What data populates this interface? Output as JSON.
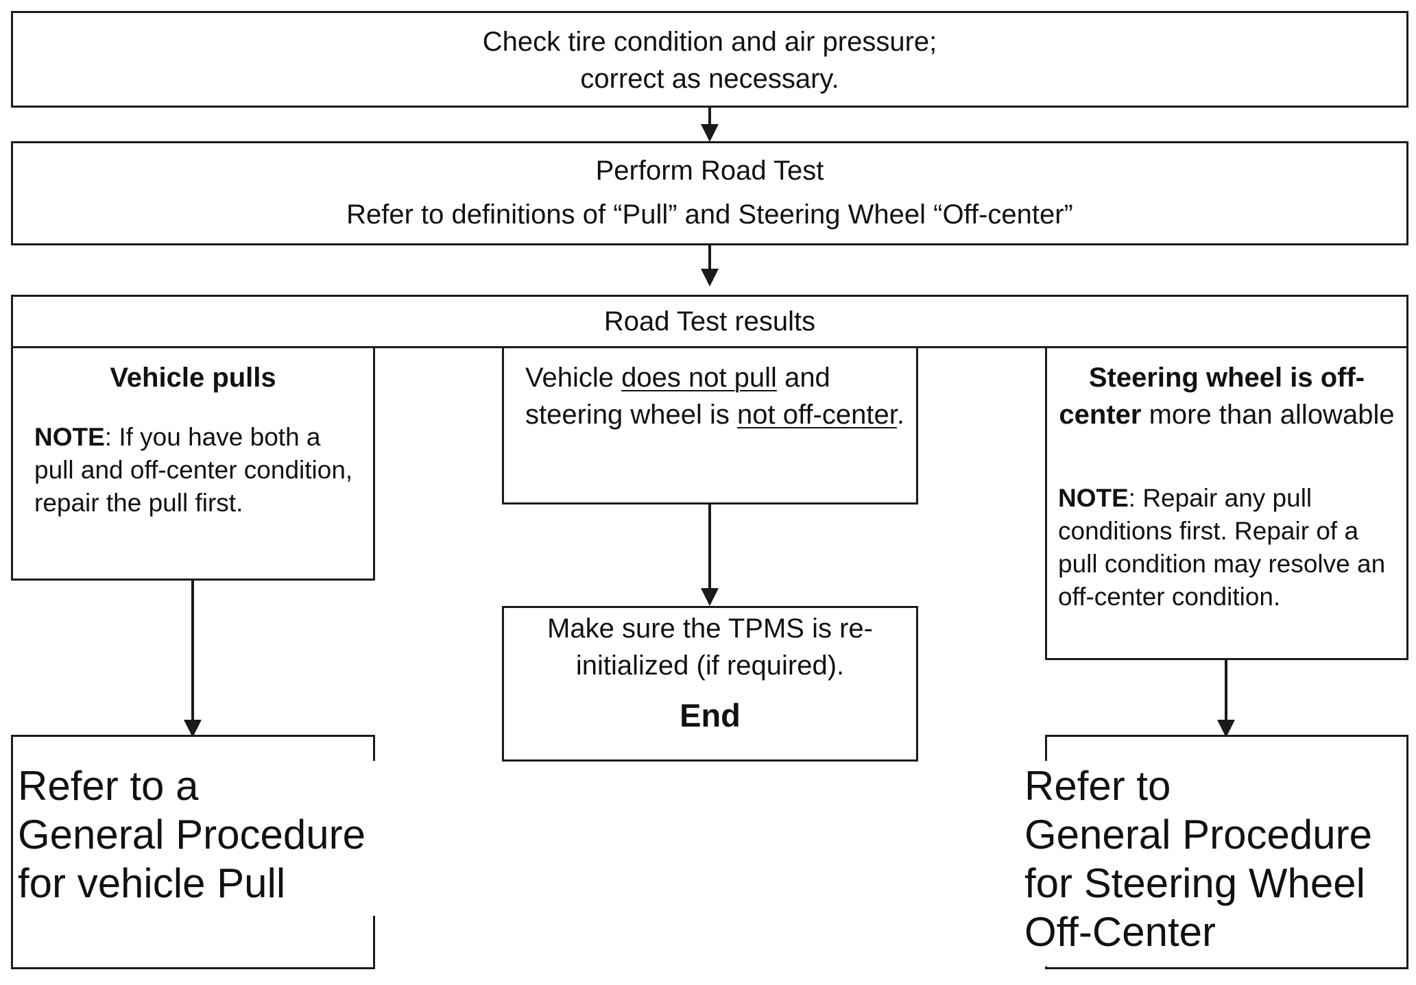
{
  "colors": {
    "line": "#1a1a1a",
    "background": "#ffffff"
  },
  "box1": {
    "line1": "Check tire condition and air pressure;",
    "line2": "correct as necessary."
  },
  "box2": {
    "title": "Perform Road Test",
    "subtitle": "Refer to definitions of “Pull” and Steering Wheel “Off-center”"
  },
  "results": {
    "header": "Road Test results"
  },
  "left": {
    "title": "Vehicle pulls",
    "note_label": "NOTE",
    "note_text": ": If you have both a pull and off-center condition, repair the pull first."
  },
  "middle": {
    "t1": "Vehicle ",
    "t2": "does not pull",
    "t3": " and steering wheel is ",
    "t4": "not off-center",
    "t5": "."
  },
  "right": {
    "title_bold": "Steering wheel is off-center",
    "title_rest": " more than allowable",
    "note_label": "NOTE",
    "note_text": ": Repair any pull conditions first. Repair of a pull condition may resolve an off-center condition."
  },
  "tpms": {
    "text": "Make sure the TPMS is re- initialized (if required).",
    "end": "End"
  },
  "ref_left": {
    "line1": "Refer to a",
    "line2": "General Procedure",
    "line3": "for vehicle Pull"
  },
  "ref_right": {
    "line1": "Refer to",
    "line2": "General Procedure",
    "line3": "for Steering Wheel",
    "line4": "Off-Center"
  }
}
